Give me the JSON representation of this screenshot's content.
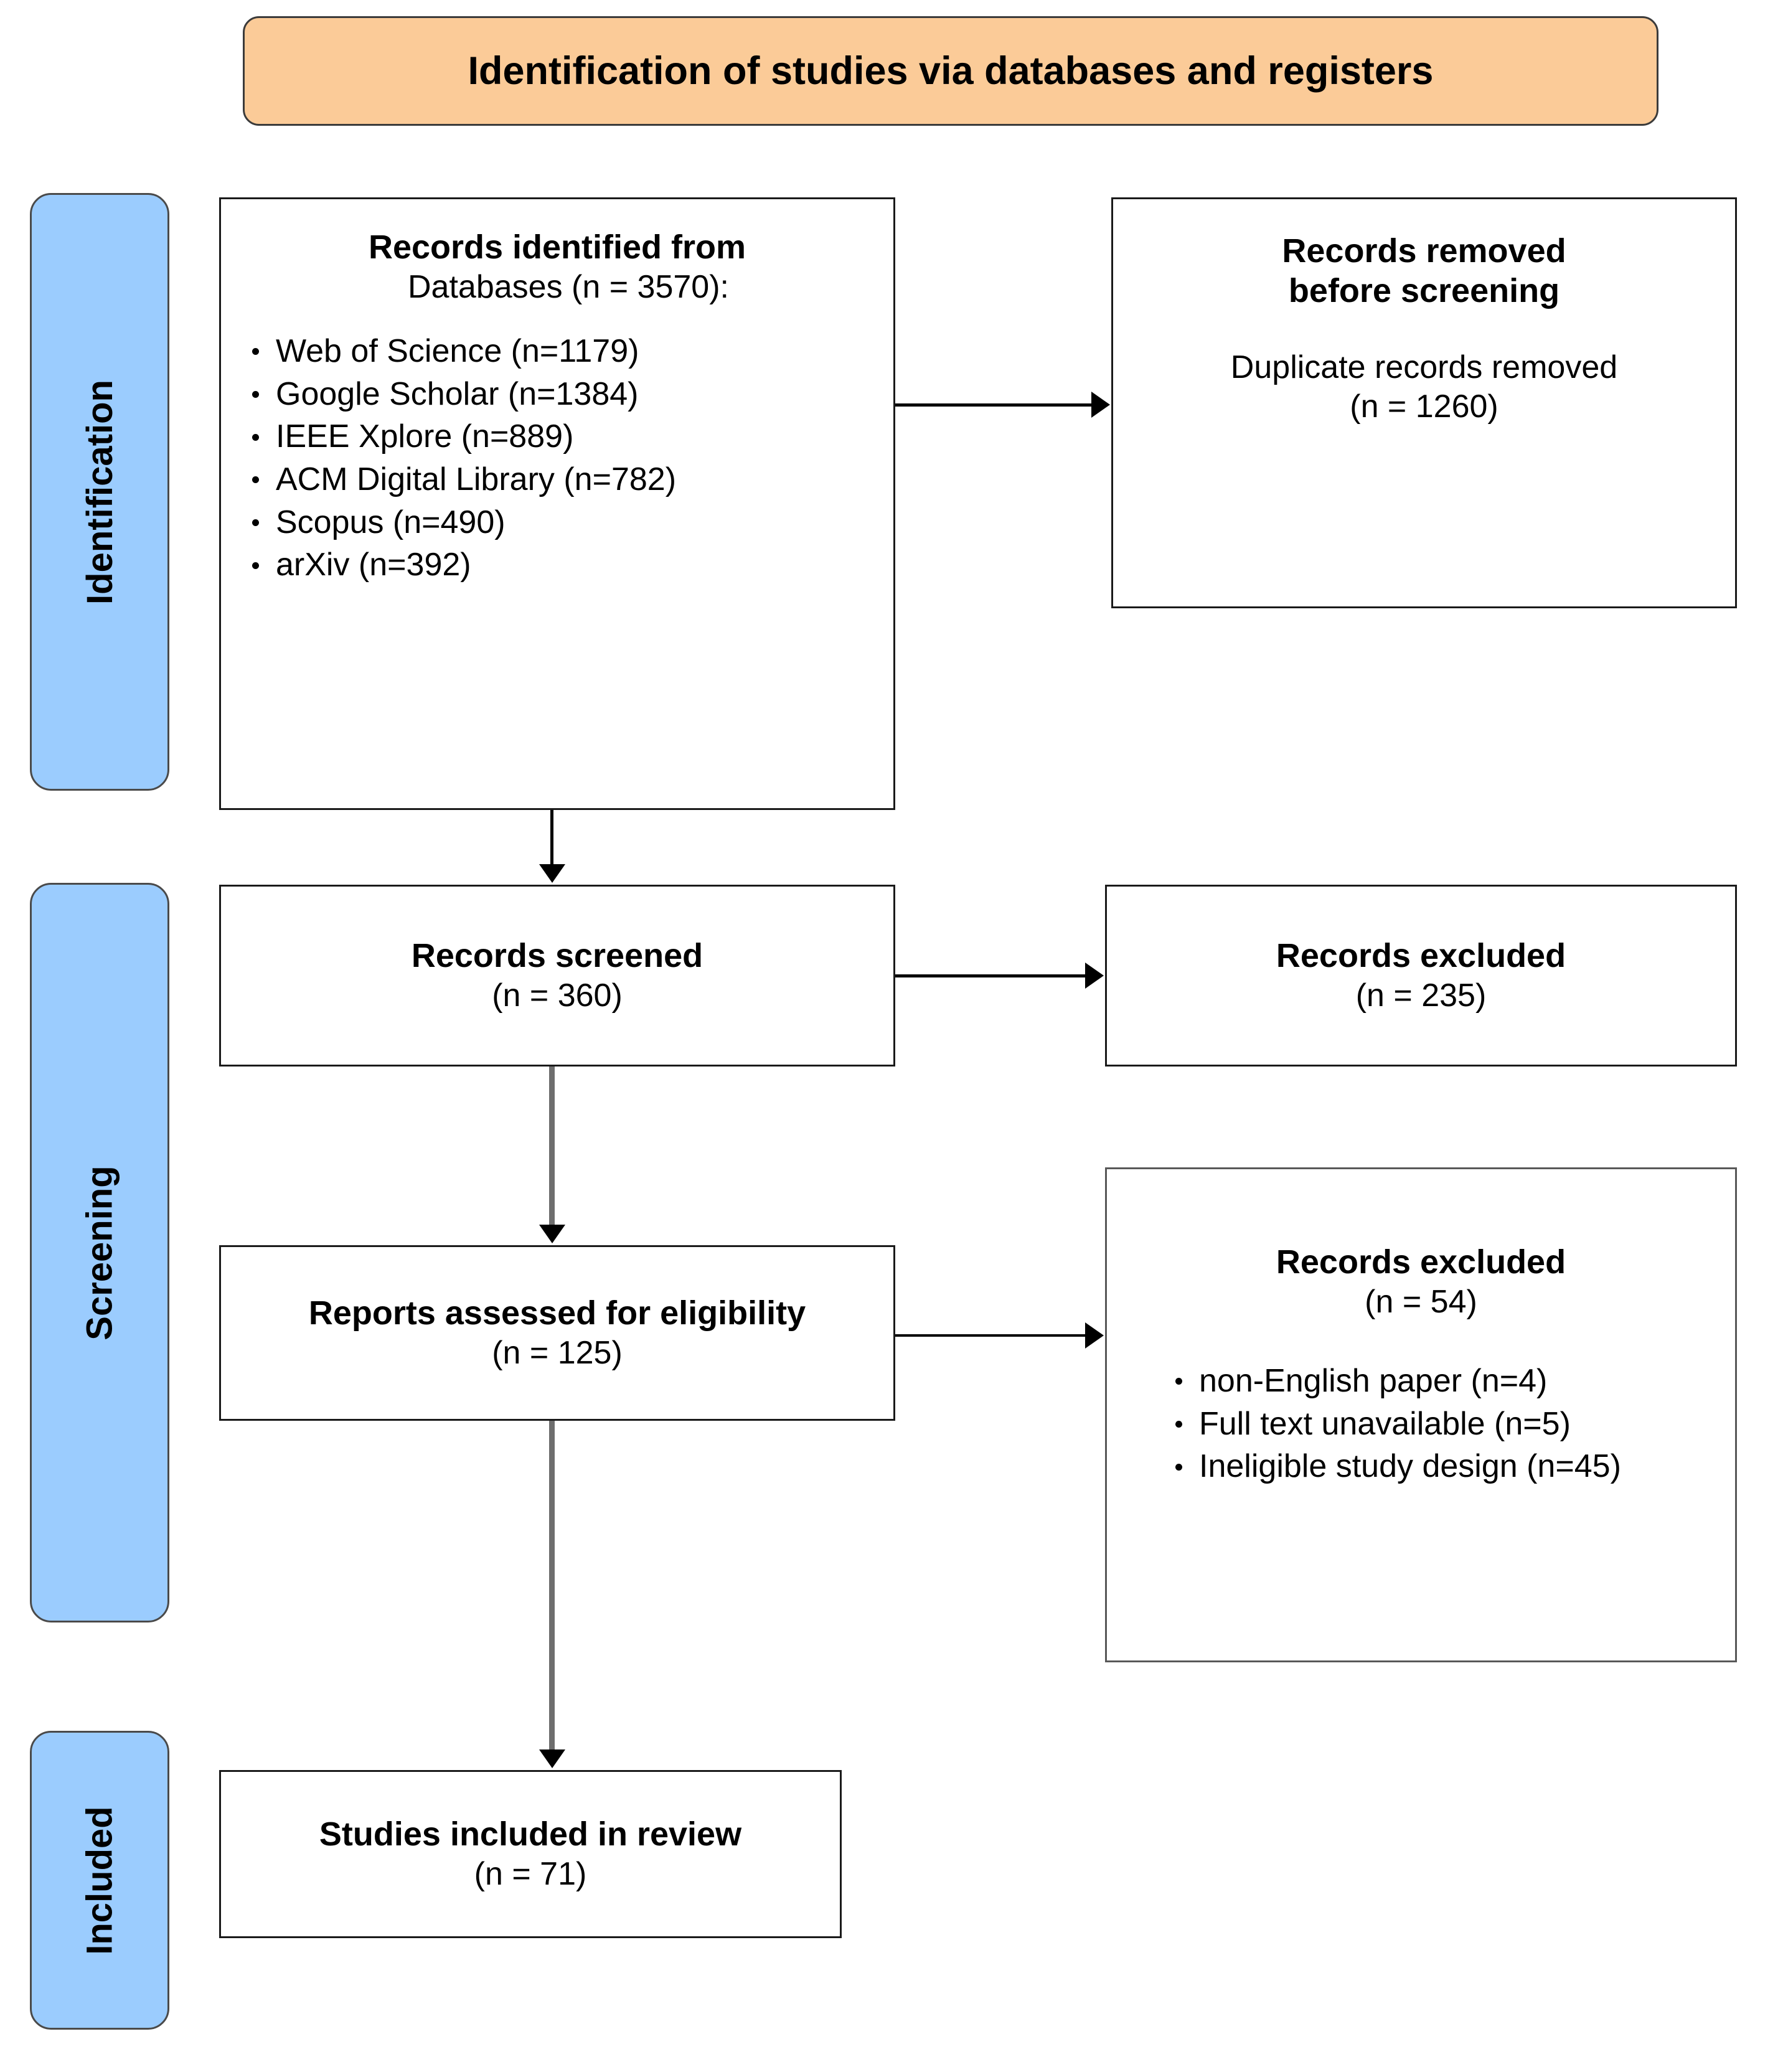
{
  "banner": {
    "title": "Identification of studies via databases and registers"
  },
  "stages": [
    {
      "key": "identification",
      "label": "Identification"
    },
    {
      "key": "screening",
      "label": "Screening"
    },
    {
      "key": "included",
      "label": "Included"
    }
  ],
  "boxes": {
    "identified": {
      "title": "Records identified from",
      "subtitle": "Databases (n = 3570):",
      "sources": [
        "Web of Science (n=1179)",
        "Google Scholar (n=1384)",
        "IEEE Xplore (n=889)",
        "ACM Digital Library (n=782)",
        "Scopus (n=490)",
        "arXiv (n=392)"
      ]
    },
    "removed": {
      "title_line1": "Records removed",
      "title_line2": "before screening",
      "detail_line1": "Duplicate records removed",
      "detail_line2": "(n = 1260)"
    },
    "screened": {
      "title": "Records screened",
      "count": "(n = 360)"
    },
    "excluded_1": {
      "title": "Records excluded",
      "count": "(n = 235)"
    },
    "eligibility": {
      "title": "Reports assessed for eligibility",
      "count": "(n = 125)"
    },
    "excluded_2": {
      "title": "Records excluded",
      "count": "(n = 54)",
      "reasons": [
        "non-English paper (n=4)",
        "Full text unavailable (n=5)",
        "Ineligible study design (n=45)"
      ]
    },
    "included": {
      "title": "Studies included in review",
      "count": "(n = 71)"
    }
  },
  "colors": {
    "banner_fill": "#FBCB98",
    "stage_fill": "#9BCCFE",
    "box_border": "#1A1A1A",
    "connector": "#6E6E6E",
    "text": "#000000"
  }
}
